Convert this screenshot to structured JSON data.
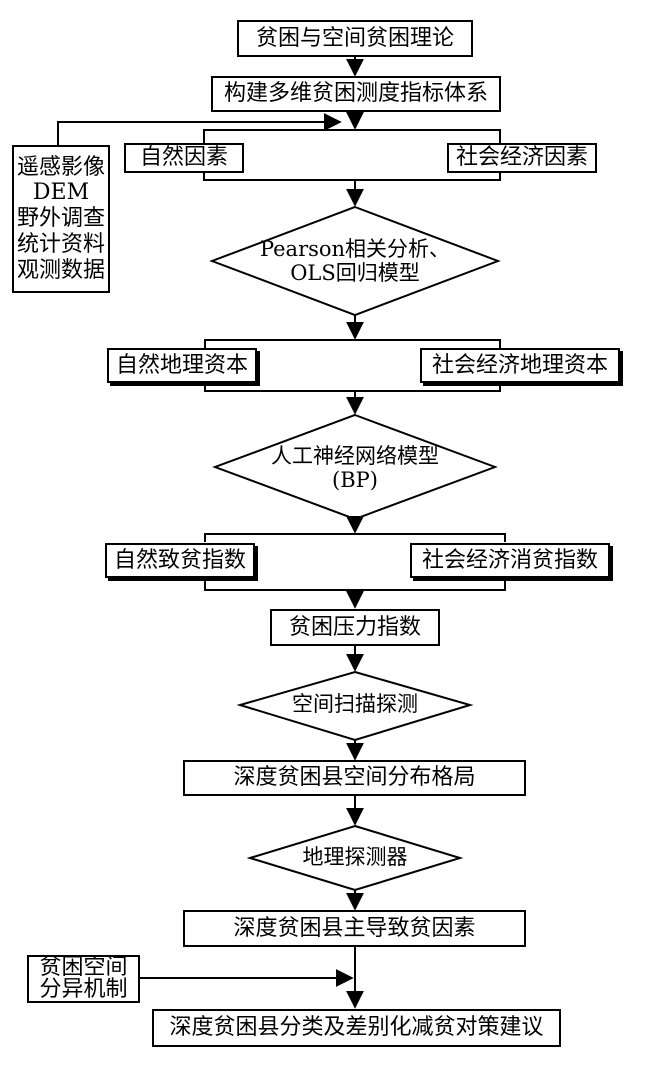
{
  "nodes": {
    "theory": "贫困与空间贫困理论",
    "index_system": "构建多维贫困测度指标体系",
    "natural_factors": "自然因素",
    "socio_factors": "社会经济因素",
    "pearson_line1": "Pearson相关分析、",
    "pearson_line2": "OLS回归模型",
    "natural_capital": "自然地理资本",
    "socio_capital": "社会经济地理资本",
    "ann_line1": "人工神经网络模型",
    "ann_line2": "(BP)",
    "natural_poverty_index": "自然致贫指数",
    "socio_poverty_index": "社会经济消贫指数",
    "pressure_index": "贫困压力指数",
    "spatial_scan": "空间扫描探测",
    "distribution": "深度贫困县空间分布格局",
    "geo_detector": "地理探测器",
    "main_factors": "深度贫困县主导致贫因素",
    "policy": "深度贫困县分类及差别化减贫对策建议"
  },
  "data_sources": [
    "遥感影像",
    "DEM",
    "野外调查",
    "统计资料",
    "观测数据"
  ],
  "mechanism": [
    "贫困空间",
    "分异机制"
  ]
}
